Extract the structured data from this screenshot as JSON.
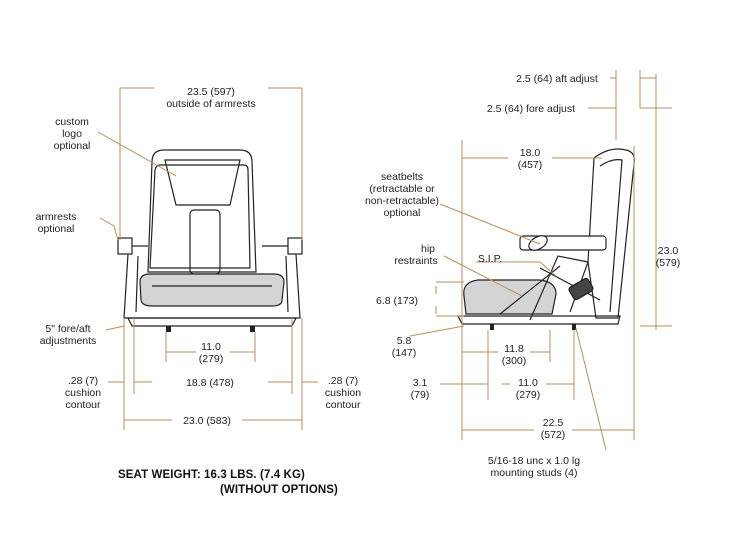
{
  "colors": {
    "dimension": "#b78f63",
    "ink": "#222222",
    "cushion": "#d4d4d4",
    "bg": "#ffffff"
  },
  "front": {
    "width_arm": "23.5 (597)",
    "width_arm_note": "outside of armrests",
    "logo_1": "custom",
    "logo_2": "logo",
    "logo_3": "optional",
    "arm_1": "armrests",
    "arm_2": "optional",
    "fa_1": "5\" fore/aft",
    "fa_2": "adjustments",
    "stud_w_1": "11.0",
    "stud_w_2": "(279)",
    "cush_l_1": ".28 (7)",
    "cush_l_2": "cushion",
    "cush_l_3": "contour",
    "inner_w": "18.8 (478)",
    "cush_r_1": ".28 (7)",
    "cush_r_2": "cushion",
    "cush_r_3": "contour",
    "total_w": "23.0 (583)"
  },
  "side": {
    "aft": "2.5 (64) aft adjust",
    "fore": "2.5 (64) fore adjust",
    "depth_1": "18.0",
    "depth_2": "(457)",
    "belt_1": "seatbelts",
    "belt_2": "(retractable or",
    "belt_3": "non-retractable)",
    "belt_4": "optional",
    "hip_1": "hip",
    "hip_2": "restraints",
    "sip": "S.I.P.",
    "height_1": "23.0",
    "height_2": "(579)",
    "h68": "6.8 (173)",
    "h58_1": "5.8",
    "h58_2": "(147)",
    "d118_1": "11.8",
    "d118_2": "(300)",
    "d31_1": "3.1",
    "d31_2": "(79)",
    "d110_1": "11.0",
    "d110_2": "(279)",
    "d225_1": "22.5",
    "d225_2": "(572)",
    "stud_1": "5/16-18 unc x 1.0 lg",
    "stud_2": "mounting studs (4)"
  },
  "footer": {
    "weight": "SEAT WEIGHT: 16.3 LBS. (7.4 KG)",
    "options": "(WITHOUT OPTIONS)"
  }
}
